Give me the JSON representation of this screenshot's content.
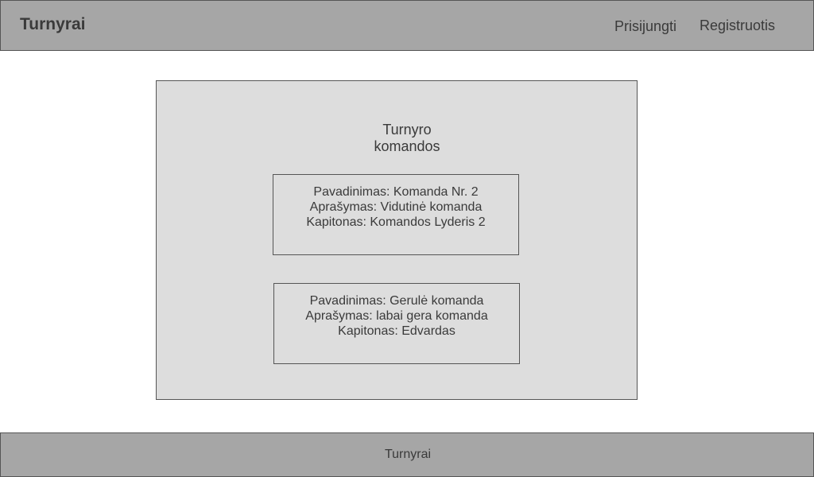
{
  "header": {
    "brand": "Turnyrai",
    "nav": {
      "login": "Prisijungti",
      "register": "Registruotis"
    }
  },
  "main": {
    "title_line1": "Turnyro",
    "title_line2": "komandos",
    "teams": [
      {
        "name": "Pavadinimas: Komanda Nr. 2",
        "description": "Aprašymas: Vidutinė komanda",
        "captain": "Kapitonas: Komandos Lyderis 2"
      },
      {
        "name": "Pavadinimas: Gerulė komanda",
        "description": "Aprašymas: labai gera komanda",
        "captain": "Kapitonas: Edvardas"
      }
    ]
  },
  "footer": {
    "text": "Turnyrai"
  },
  "colors": {
    "bar_background": "#a6a6a6",
    "panel_background": "#dddddd",
    "border": "#555555",
    "text": "#3a3a3a"
  }
}
